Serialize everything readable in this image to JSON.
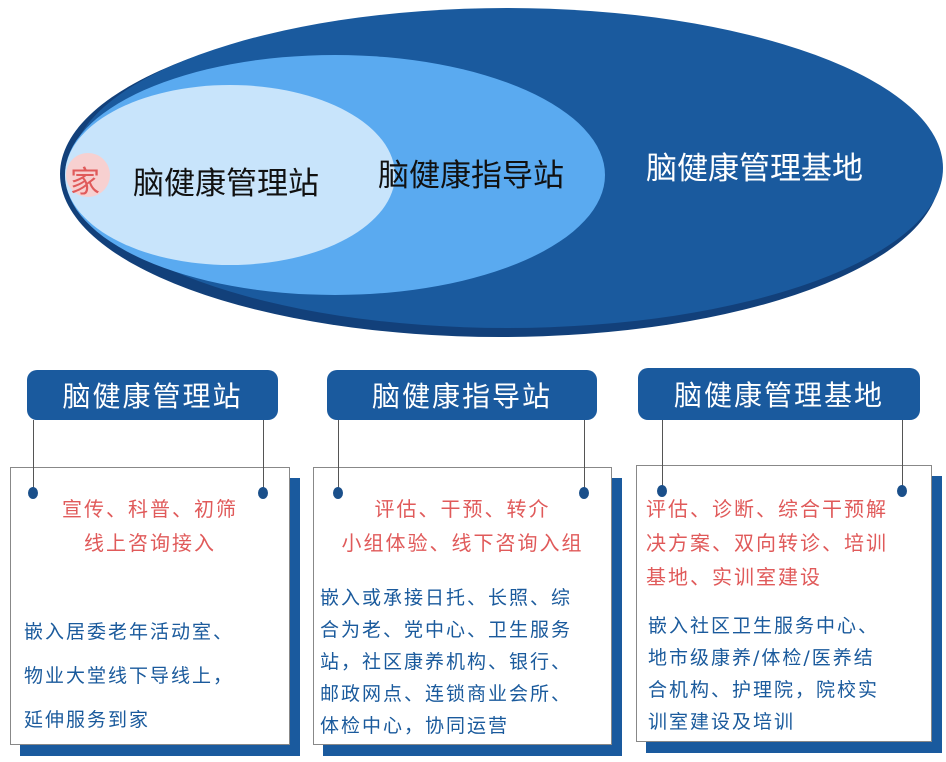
{
  "levels": {
    "home": "家",
    "station": "脑健康管理站",
    "guide": "脑健康指导站",
    "base": "脑健康管理基地"
  },
  "colors": {
    "dark_blue": "#1a5a9e",
    "mid_blue": "#5aaaf0",
    "light_blue": "#c8e4fb",
    "pink": "#f7d0d0",
    "red_text": "#e05a5a",
    "blue_text": "#1a5a9c"
  },
  "cards": [
    {
      "title": "脑健康管理站",
      "services": [
        "宣传、科普、初筛",
        "线上咨询接入"
      ],
      "scenes": [
        "嵌入居委老年活动室、",
        "物业大堂线下导线上，",
        "延伸服务到家"
      ]
    },
    {
      "title": "脑健康指导站",
      "services": [
        "评估、干预、转介",
        "小组体验、线下咨询入组"
      ],
      "scenes": [
        "嵌入或承接日托、长照、综",
        "合为老、党中心、卫生服务",
        "站，社区康养机构、银行、",
        "邮政网点、连锁商业会所、",
        "体检中心，协同运营"
      ]
    },
    {
      "title": "脑健康管理基地",
      "services": [
        "评估、诊断、综合干预解",
        "决方案、双向转诊、培训",
        "基地、实训室建设"
      ],
      "scenes": [
        "嵌入社区卫生服务中心、",
        "地市级康养/体检/医养结",
        "合机构、护理院，院校实",
        "训室建设及培训"
      ]
    }
  ]
}
